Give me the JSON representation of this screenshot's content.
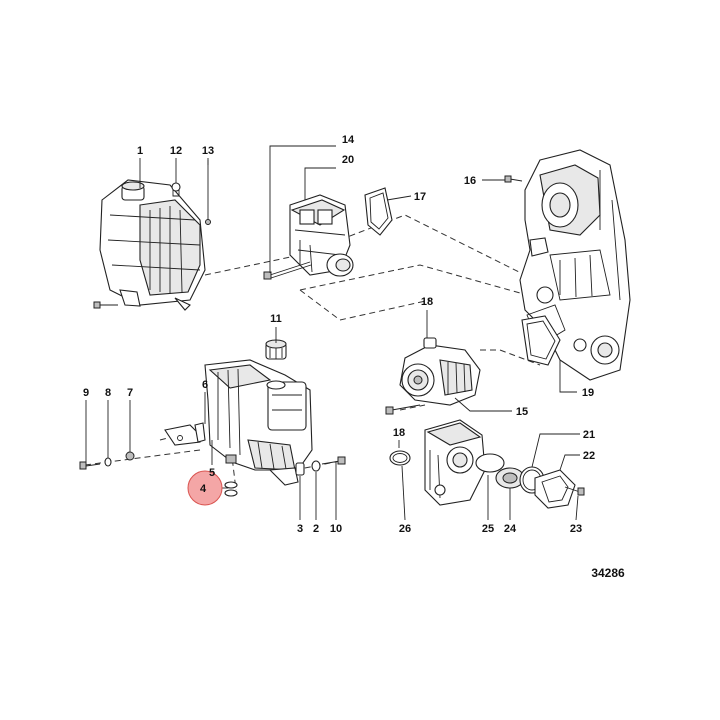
{
  "diagram": {
    "document_number": "34286",
    "highlight_color": "#f4a6a6",
    "highlight_stroke": "#d9534f",
    "callouts": [
      {
        "id": "c1",
        "label": "1"
      },
      {
        "id": "c12",
        "label": "12"
      },
      {
        "id": "c13",
        "label": "13"
      },
      {
        "id": "c14",
        "label": "14"
      },
      {
        "id": "c20",
        "label": "20"
      },
      {
        "id": "c17",
        "label": "17"
      },
      {
        "id": "c16",
        "label": "16"
      },
      {
        "id": "c11",
        "label": "11"
      },
      {
        "id": "c18a",
        "label": "18"
      },
      {
        "id": "c19",
        "label": "19"
      },
      {
        "id": "c15",
        "label": "15"
      },
      {
        "id": "c9",
        "label": "9"
      },
      {
        "id": "c8",
        "label": "8"
      },
      {
        "id": "c7",
        "label": "7"
      },
      {
        "id": "c6",
        "label": "6"
      },
      {
        "id": "c5",
        "label": "5"
      },
      {
        "id": "c4",
        "label": "4"
      },
      {
        "id": "c3",
        "label": "3"
      },
      {
        "id": "c2",
        "label": "2"
      },
      {
        "id": "c10",
        "label": "10"
      },
      {
        "id": "c18b",
        "label": "18"
      },
      {
        "id": "c26",
        "label": "26"
      },
      {
        "id": "c25",
        "label": "25"
      },
      {
        "id": "c24",
        "label": "24"
      },
      {
        "id": "c21",
        "label": "21"
      },
      {
        "id": "c22",
        "label": "22"
      },
      {
        "id": "c23",
        "label": "23"
      }
    ]
  }
}
